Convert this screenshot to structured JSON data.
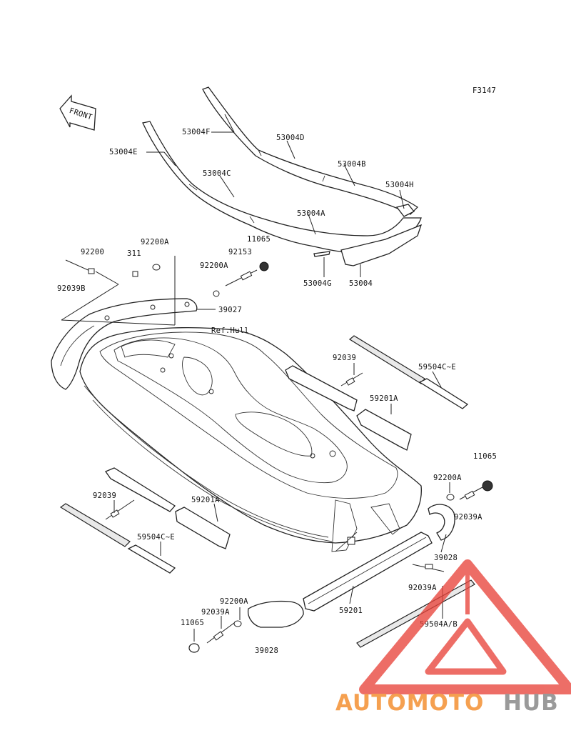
{
  "figure_code": "F3147",
  "front_label": "FRONT",
  "hull_ref": "Ref.Hull",
  "labels": {
    "l53004F": "53004F",
    "l53004D": "53004D",
    "l53004E": "53004E",
    "l53004B": "53004B",
    "l53004C": "53004C",
    "l53004H": "53004H",
    "l53004A": "53004A",
    "l53004G": "53004G",
    "l53004": "53004",
    "l11065_top": "11065",
    "l92153": "92153",
    "l92200A_top": "92200A",
    "l92200": "92200",
    "l311": "311",
    "l92200A_mid": "92200A",
    "l92039B": "92039B",
    "l39027": "39027",
    "l92039_right": "92039",
    "l59504CE_right": "59504C~E",
    "l59201A_right": "59201A",
    "l11065_right": "11065",
    "l92200A_right": "92200A",
    "l92039A_right": "92039A",
    "l92039_left": "92039",
    "l59201A_left": "59201A",
    "l59504CE_left": "59504C~E",
    "l39028_right": "39028",
    "l92039A_lower": "92039A",
    "l92200A_bottom": "92200A",
    "l92039A_bottom": "92039A",
    "l59201": "59201",
    "l59504AB": "59504A/B",
    "l11065_bottom": "11065",
    "l39028_bottom": "39028"
  },
  "watermark": {
    "part1": "AUTOMOTO",
    "part2": "HUB",
    "color1": "#f5a050",
    "color2": "#9a9a9a",
    "triangle_color": "#e8453c"
  }
}
